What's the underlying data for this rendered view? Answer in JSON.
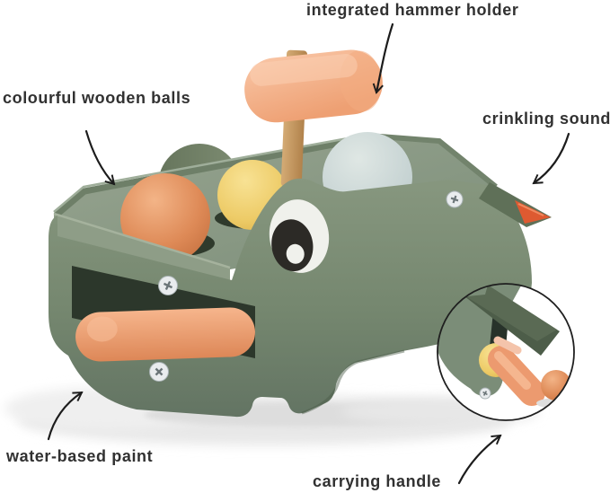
{
  "annotations": {
    "items": [
      {
        "id": "hammer-holder",
        "label": "integrated hammer holder"
      },
      {
        "id": "wooden-balls",
        "label": "colourful wooden balls"
      },
      {
        "id": "crinkling-sound",
        "label": "crinkling sound"
      },
      {
        "id": "water-based-paint",
        "label": "water-based paint"
      },
      {
        "id": "carrying-handle",
        "label": "carrying handle"
      }
    ]
  },
  "colors": {
    "background": "#FFFFFF",
    "label_text": "#313131",
    "body_green": "#7E917D",
    "deck_green": "#8C9B87",
    "dark_green": "#66775F",
    "hammer_head_peach": "#F3AF8A",
    "wood_handle": "#C49A67",
    "ball_orange": "#DE8A57",
    "ball_yellow": "#EDCB67",
    "ball_blue": "#C5D2D2",
    "rod_salmon": "#EF9F75",
    "tongue_red": "#DE5A31",
    "strap_green": "#4F5F4B"
  }
}
